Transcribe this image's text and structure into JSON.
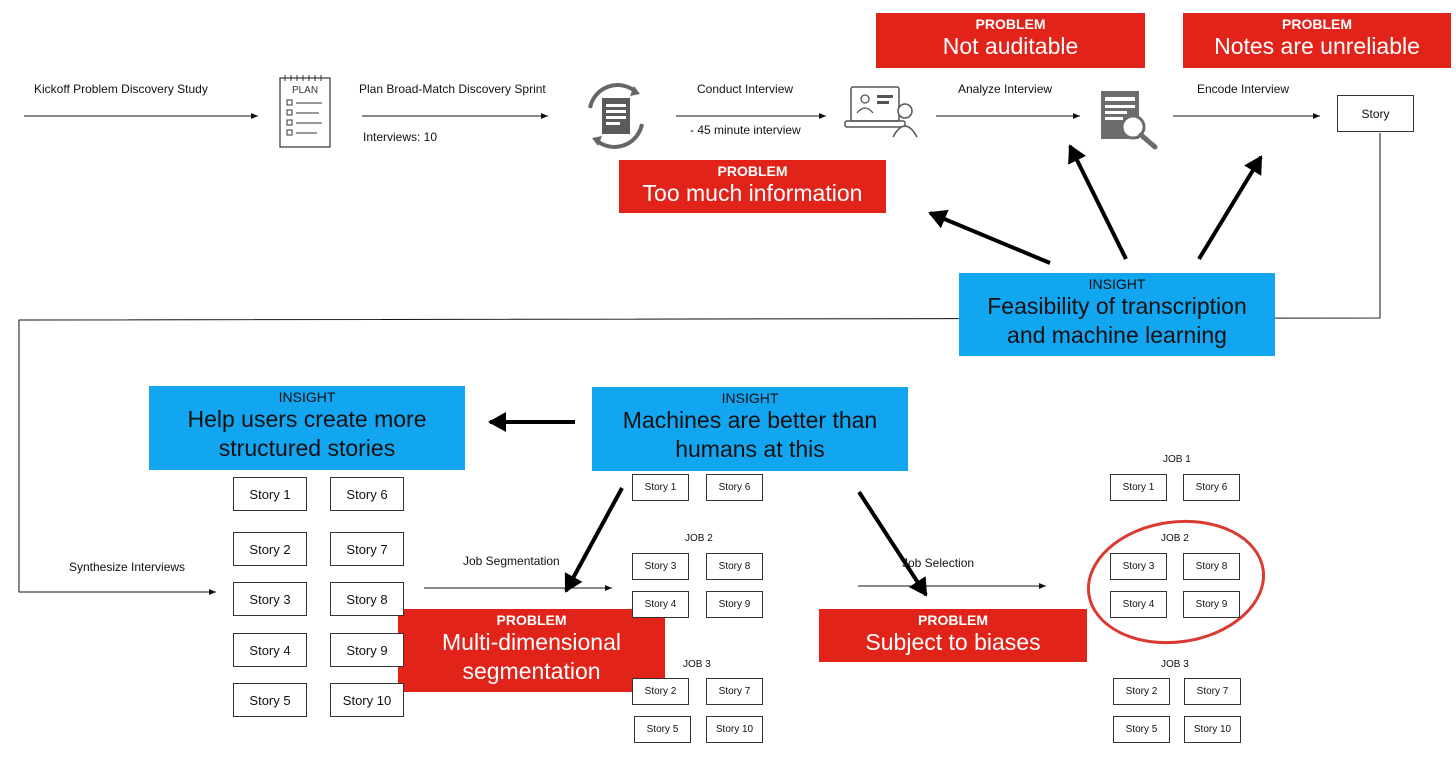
{
  "flow": {
    "step1": "Kickoff Problem Discovery Study",
    "step2": "Plan Broad-Match Discovery Sprint",
    "step2_note": "Interviews: 10",
    "step3": "Conduct Interview",
    "step3_note": "- 45 minute interview",
    "step4": "Analyze Interview",
    "step5": "Encode Interview",
    "story_box": "Story",
    "plan_icon_text": "PLAN",
    "synthesize": "Synthesize Interviews",
    "job_segmentation": "Job Segmentation",
    "job_selection": "Job Selection"
  },
  "problems": {
    "keyword": "PROBLEM",
    "not_auditable": "Not auditable",
    "notes_unreliable": "Notes are unreliable",
    "too_much_info": "Too much information",
    "multi_dim_1": "Multi-dimensional",
    "multi_dim_2": "segmentation",
    "biases": "Subject to biases"
  },
  "insights": {
    "keyword": "INSIGHT",
    "feasibility_1": "Feasibility of transcription",
    "feasibility_2": "and machine learning",
    "help_1": "Help users create more",
    "help_2": "structured stories",
    "machines_1": "Machines are better than",
    "machines_2": "humans at this"
  },
  "stories": [
    "Story 1",
    "Story 2",
    "Story 3",
    "Story 4",
    "Story 5",
    "Story 6",
    "Story 7",
    "Story 8",
    "Story 9",
    "Story 10"
  ],
  "jobs": [
    "JOB 1",
    "JOB 2",
    "JOB 3"
  ],
  "colors": {
    "problem": "#e2231a",
    "insight": "#12a5f0",
    "circle": "#d93a32"
  }
}
